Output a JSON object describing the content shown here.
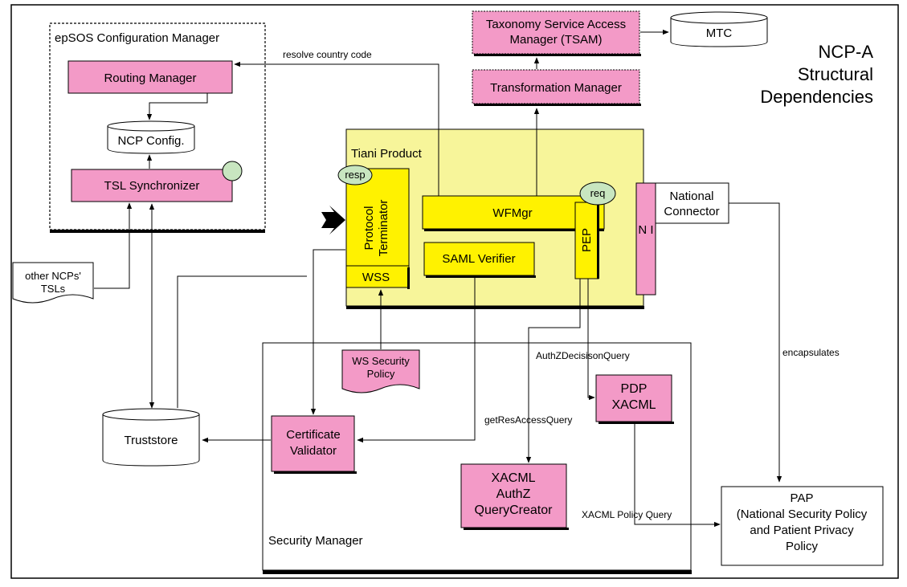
{
  "title": {
    "line1": "NCP-A",
    "line2": "Structural",
    "line3": "Dependencies"
  },
  "config_manager": {
    "title": "epSOS Configuration Manager",
    "routing_manager": "Routing Manager",
    "ncp_config": "NCP Config.",
    "tsl_synchronizer": "TSL Synchronizer"
  },
  "other_tsls": {
    "line1": "other NCPs'",
    "line2": "TSLs"
  },
  "truststore": "Truststore",
  "tsam": {
    "line1": "Taxonomy Service Access",
    "line2": "Manager (TSAM)"
  },
  "mtc": "MTC",
  "transformation_manager": "Transformation Manager",
  "tiani": {
    "title": "Tiani Product",
    "resp": "resp",
    "req": "req",
    "protocol_terminator_line1": "Protocol",
    "protocol_terminator_line2": "Terminator",
    "wss": "WSS",
    "wfmgr": "WFMgr",
    "saml_verifier": "SAML Verifier",
    "pep": "PEP"
  },
  "ni": "N I",
  "national_connector": {
    "line1": "National",
    "line2": "Connector"
  },
  "security_manager": {
    "title": "Security Manager",
    "ws_policy_line1": "WS Security",
    "ws_policy_line2": "Policy",
    "cert_validator_line1": "Certificate",
    "cert_validator_line2": "Validator",
    "pdp_line1": "PDP",
    "pdp_line2": "XACML",
    "xacml_line1": "XACML",
    "xacml_line2": "AuthZ",
    "xacml_line3": "QueryCreator"
  },
  "pap": {
    "line1": "PAP",
    "line2": "(National Security Policy",
    "line3": "and Patient Privacy",
    "line4": "Policy"
  },
  "labels": {
    "resolve_country_code": "resolve country code",
    "authz_decision_query": "AuthZDecisisonQuery",
    "get_res_access_query": "getResAccessQuery",
    "xacml_policy_query": "XACML Policy Query",
    "encapsulates": "encapsulates"
  },
  "colors": {
    "pink": "#f39ac7",
    "yellow": "#fff200",
    "light_yellow": "#f7f59a",
    "ellipse_green": "#c8e6c0"
  }
}
